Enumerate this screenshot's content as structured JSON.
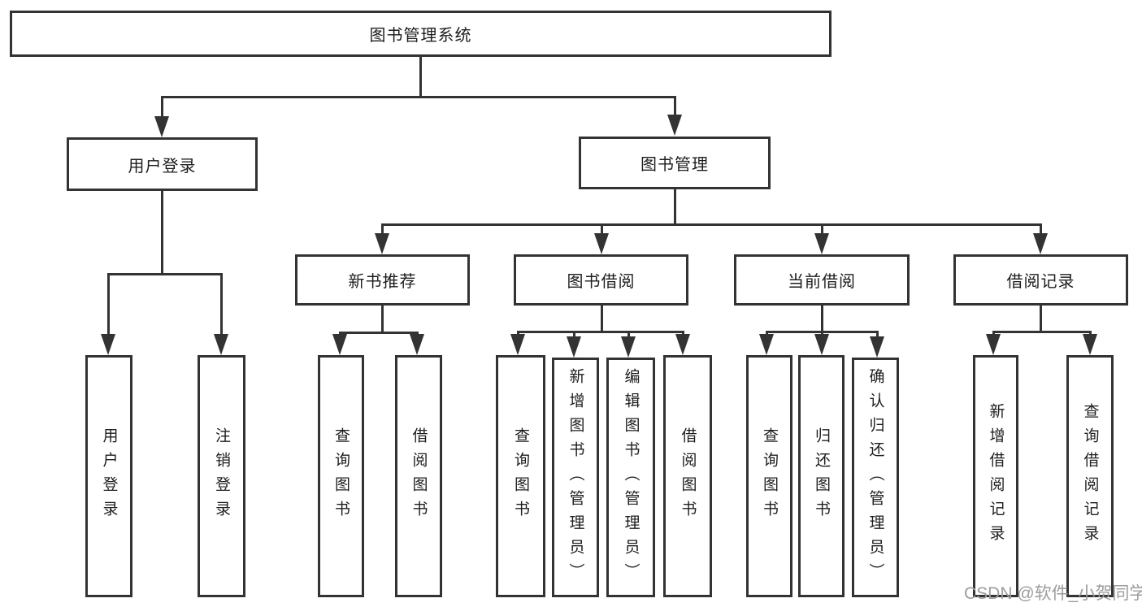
{
  "tree": {
    "root_label": "图书管理系统",
    "branches": [
      {
        "label": "用户登录",
        "children": [
          "用户登录",
          "注销登录"
        ]
      },
      {
        "label": "图书管理",
        "groups": [
          {
            "label": "新书推荐",
            "children": [
              "查询图书",
              "借阅图书"
            ]
          },
          {
            "label": "图书借阅",
            "children": [
              "查询图书",
              "新增图书（管理员）",
              "编辑图书（管理员）",
              "借阅图书"
            ]
          },
          {
            "label": "当前借阅",
            "children": [
              "查询图书",
              "归还图书",
              "确认归还（管理员）"
            ]
          },
          {
            "label": "借阅记录",
            "children": [
              "新增借阅记录",
              "查询借阅记录"
            ]
          }
        ]
      }
    ]
  },
  "watermark": "CSDN @软件_小贺同学",
  "colors": {
    "line": "#333333",
    "text": "#1d1d1f",
    "watermark": "#9c9c9c",
    "background": "#ffffff"
  }
}
